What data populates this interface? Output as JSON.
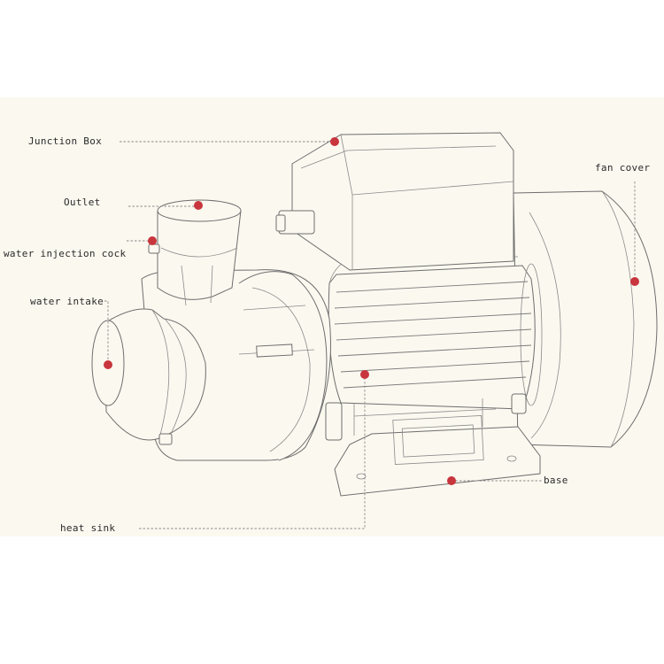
{
  "labels": {
    "junction_box": "Junction Box",
    "outlet": "Outlet",
    "water_injection_cock": "water injection cock",
    "water_intake": "water intake",
    "fan_cover": "fan cover",
    "base": "base",
    "heat_sink": "heat sink"
  },
  "colors": {
    "background": "#fbf8ef",
    "marker": "#c8353c",
    "line": "#6e6e6e"
  }
}
